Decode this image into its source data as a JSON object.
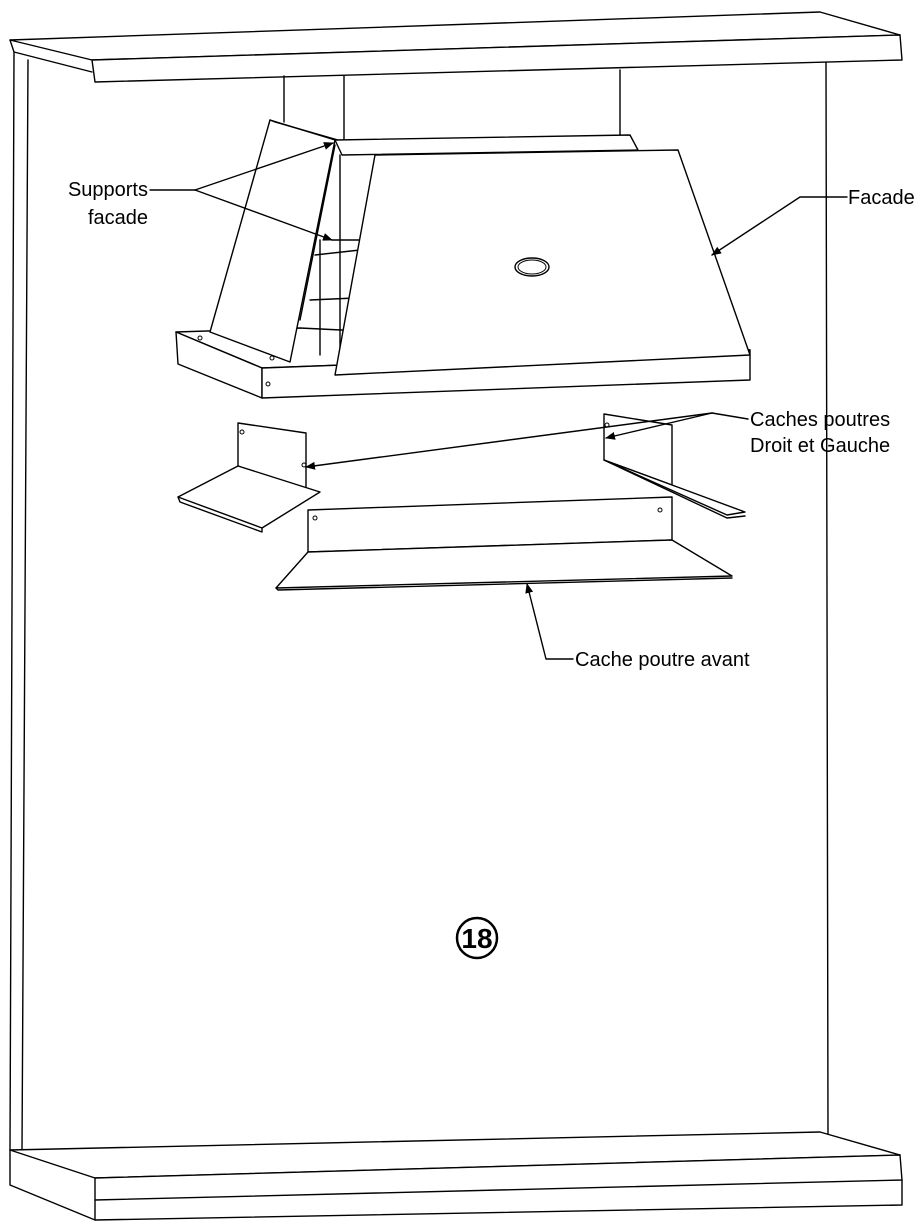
{
  "labels": {
    "supports_line1": "Supports",
    "supports_line2": "facade",
    "facade": "Facade",
    "caches_line1": "Caches poutres",
    "caches_line2": "Droit et Gauche",
    "cache_avant": "Cache poutre avant"
  },
  "step_number": "18"
}
